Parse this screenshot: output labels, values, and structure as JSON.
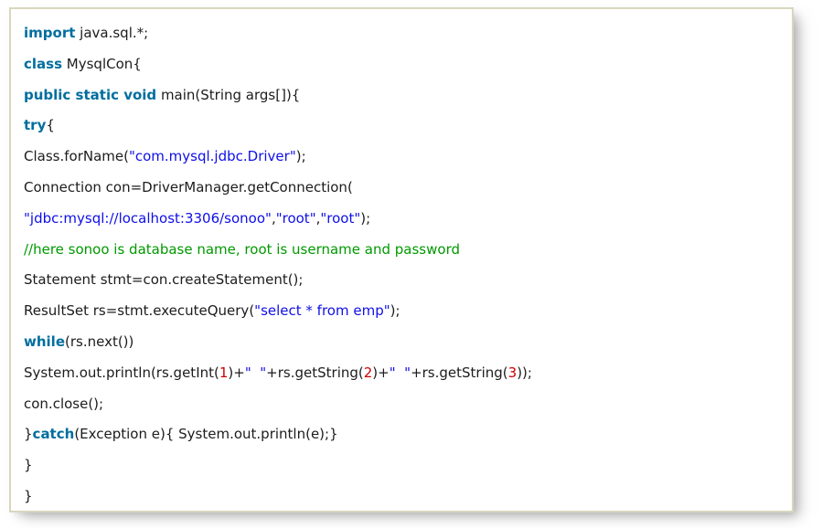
{
  "colors": {
    "keyword": "#006e9e",
    "plain": "#1c1c1c",
    "string": "#0f0fe8",
    "comment": "#009900",
    "number": "#cc0000",
    "border": "#d9d7bd"
  },
  "code_block": {
    "language": "java",
    "lines": [
      [
        [
          "keyword",
          "import"
        ],
        [
          "plain",
          " java.sql.*;"
        ]
      ],
      [
        [
          "keyword",
          "class"
        ],
        [
          "plain",
          " MysqlCon{"
        ]
      ],
      [
        [
          "keyword",
          "public static void"
        ],
        [
          "plain",
          " main(String args[]){"
        ]
      ],
      [
        [
          "keyword",
          "try"
        ],
        [
          "plain",
          "{"
        ]
      ],
      [
        [
          "plain",
          "Class.forName("
        ],
        [
          "string",
          "\"com.mysql.jdbc.Driver\""
        ],
        [
          "plain",
          ");"
        ]
      ],
      [
        [
          "plain",
          "Connection con=DriverManager.getConnection("
        ]
      ],
      [
        [
          "string",
          "\"jdbc:mysql://localhost:3306/sonoo\""
        ],
        [
          "plain",
          ","
        ],
        [
          "string",
          "\"root\""
        ],
        [
          "plain",
          ","
        ],
        [
          "string",
          "\"root\""
        ],
        [
          "plain",
          ");"
        ]
      ],
      [
        [
          "comment",
          "//here sonoo is database name, root is username and password"
        ]
      ],
      [
        [
          "plain",
          "Statement stmt=con.createStatement();"
        ]
      ],
      [
        [
          "plain",
          "ResultSet rs=stmt.executeQuery("
        ],
        [
          "string",
          "\"select * from emp\""
        ],
        [
          "plain",
          ");"
        ]
      ],
      [
        [
          "keyword",
          "while"
        ],
        [
          "plain",
          "(rs.next())"
        ]
      ],
      [
        [
          "plain",
          "System.out.println(rs.getInt("
        ],
        [
          "number",
          "1"
        ],
        [
          "plain",
          ")+"
        ],
        [
          "string",
          "\"  \""
        ],
        [
          "plain",
          "+rs.getString("
        ],
        [
          "number",
          "2"
        ],
        [
          "plain",
          ")+"
        ],
        [
          "string",
          "\"  \""
        ],
        [
          "plain",
          "+rs.getString("
        ],
        [
          "number",
          "3"
        ],
        [
          "plain",
          "));"
        ]
      ],
      [
        [
          "plain",
          "con.close();"
        ]
      ],
      [
        [
          "plain",
          "}"
        ],
        [
          "keyword",
          "catch"
        ],
        [
          "plain",
          "(Exception e){ System.out.println(e);}"
        ]
      ],
      [
        [
          "plain",
          "}"
        ]
      ],
      [
        [
          "plain",
          "}"
        ]
      ]
    ]
  }
}
